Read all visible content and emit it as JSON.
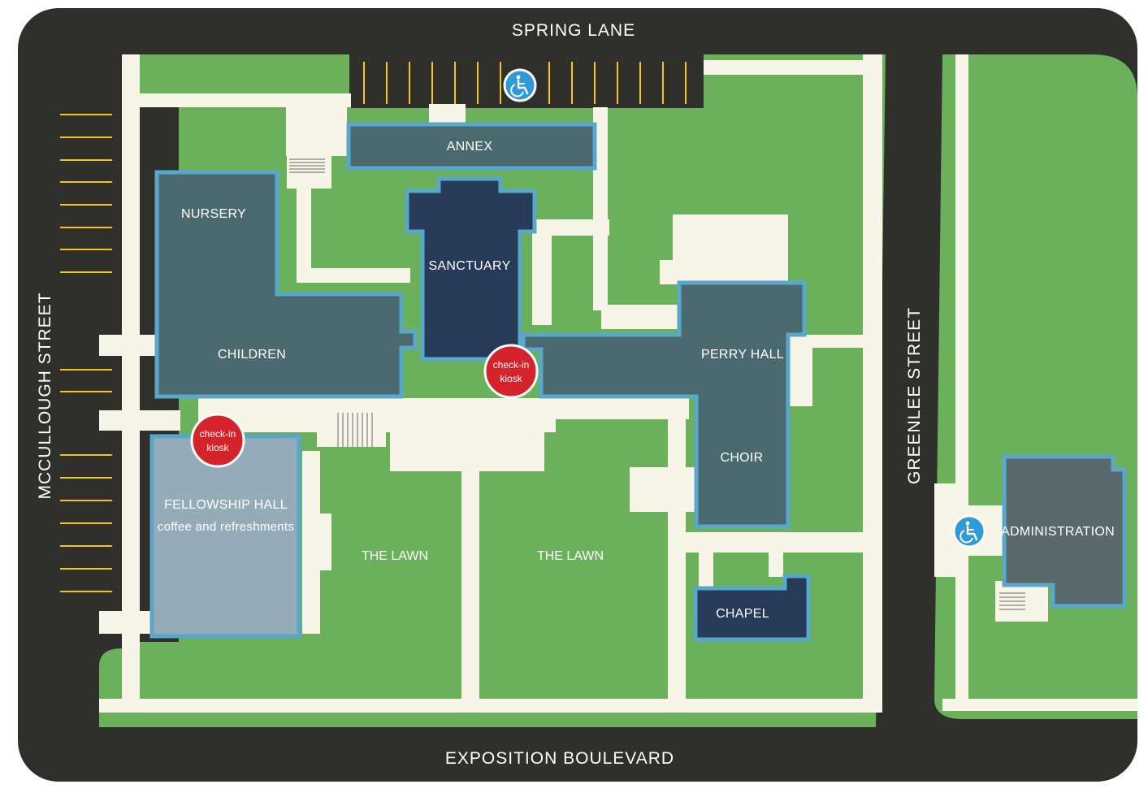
{
  "streets": {
    "north": "SPRING LANE",
    "south": "EXPOSITION BOULEVARD",
    "west": "MCCULLOUGH STREET",
    "east": "GREENLEE STREET"
  },
  "buildings": {
    "annex": "ANNEX",
    "nursery": "NURSERY",
    "children": "CHILDREN",
    "sanctuary": "SANCTUARY",
    "perry_hall": "PERRY HALL",
    "choir": "CHOIR",
    "fellowship_hall": "FELLOWSHIP HALL",
    "fellowship_sub": "coffee and refreshments",
    "chapel": "CHAPEL",
    "administration": "ADMINISTRATION"
  },
  "lawns": {
    "lawn_west": "THE LAWN",
    "lawn_east": "THE LAWN"
  },
  "kiosks": {
    "line1": "check-in",
    "line2": "kiosk"
  },
  "icons": {
    "accessible_parking": "wheelchair-icon"
  },
  "colors": {
    "road": "#2f302c",
    "grass": "#6bb05a",
    "path": "#f7f5e8",
    "building": "#4a6a70",
    "sanctuary": "#273a58",
    "fellowship": "#94abb8",
    "chapel": "#273a58",
    "outline": "#5aa7cc",
    "kiosk": "#d4232a",
    "parking_line": "#f5c518",
    "accessible": "#2f9ad8"
  }
}
